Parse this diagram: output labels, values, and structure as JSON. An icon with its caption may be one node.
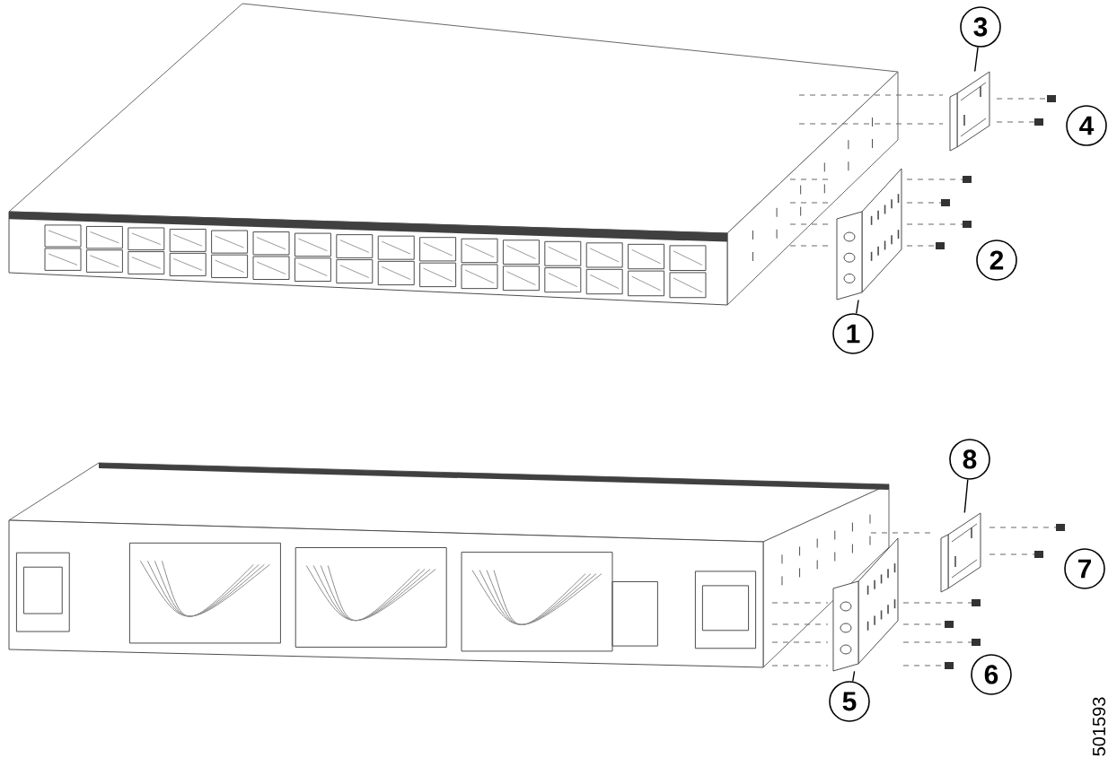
{
  "diagram": {
    "nodes": [
      {
        "text": [
          "1"
        ]
      },
      {
        "text": [
          "2"
        ]
      },
      {
        "text": [
          "3"
        ]
      },
      {
        "text": [
          "4"
        ]
      },
      {
        "text": [
          "5"
        ]
      },
      {
        "text": [
          "6"
        ]
      },
      {
        "text": [
          "7"
        ]
      },
      {
        "text": [
          "8"
        ]
      },
      {
        "text": [],
        "shape": "picture"
      },
      {
        "text": [],
        "shape": "picture"
      },
      {
        "text": [],
        "shape": "picture"
      },
      {
        "text": [],
        "shape": "picture"
      }
    ],
    "edges": [
      {
        "from": 0,
        "to": 8,
        "arrow": "none"
      },
      {
        "from": 2,
        "to": 9,
        "arrow": "none"
      },
      {
        "from": 4,
        "to": 10,
        "arrow": "none"
      },
      {
        "from": 7,
        "to": 11,
        "arrow": "none"
      }
    ],
    "labels": [
      "501593"
    ]
  }
}
